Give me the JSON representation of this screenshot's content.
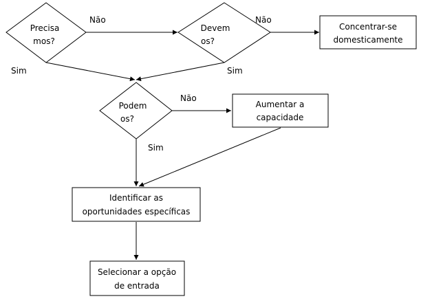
{
  "nodes": {
    "d1": {
      "line1": "Precisa",
      "line2": "mos?"
    },
    "d2": {
      "line1": "Devem",
      "line2": "os?"
    },
    "d3": {
      "line1": "Podem",
      "line2": "os?"
    },
    "b1": {
      "line1": "Concentrar-se",
      "line2": "domesticamente"
    },
    "b2": {
      "line1": "Aumentar a",
      "line2": "capacidade"
    },
    "b3": {
      "line1": "Identificar as",
      "line2": "oportunidades específicas"
    },
    "b4": {
      "line1": "Selecionar a opção",
      "line2": "de entrada"
    }
  },
  "edge_labels": {
    "d1_no": "Não",
    "d2_no": "Não",
    "d3_no": "Não",
    "d1_yes": "Sim",
    "d2_yes": "Sim",
    "d3_yes": "Sim"
  }
}
